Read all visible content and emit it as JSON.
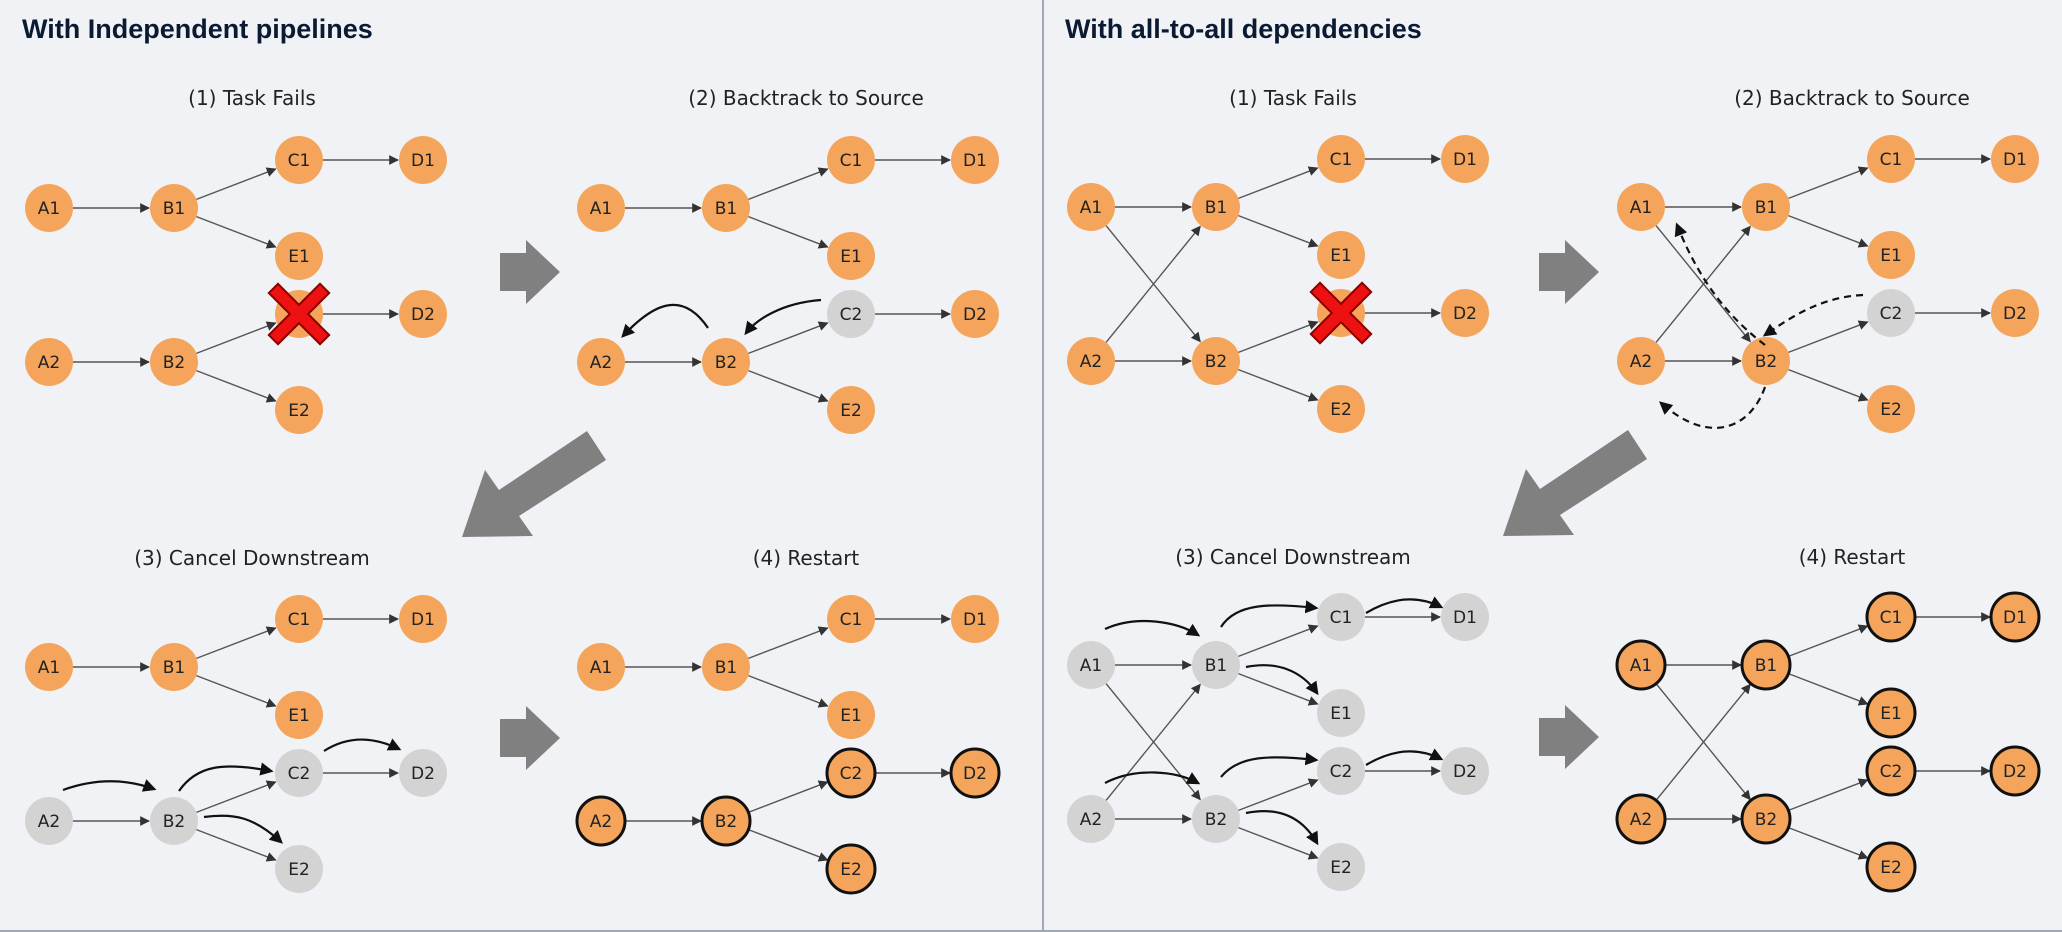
{
  "colors": {
    "background": "#f0f2f5",
    "active_node": "#f4a55b",
    "cancelled_node": "#d3d3d3",
    "failure_cross": "#ee1111",
    "big_arrow": "#808080",
    "divider": "#a0a8b4",
    "edge": "#555555"
  },
  "panels": [
    {
      "id": "independent",
      "title": "With Independent pipelines",
      "steps": [
        {
          "label": "(1) Task Fails"
        },
        {
          "label": "(2) Backtrack to Source"
        },
        {
          "label": "(3) Cancel Downstream"
        },
        {
          "label": "(4) Restart"
        }
      ]
    },
    {
      "id": "all-to-all",
      "title": "With all-to-all dependencies",
      "steps": [
        {
          "label": "(1) Task Fails"
        },
        {
          "label": "(2) Backtrack to Source"
        },
        {
          "label": "(3) Cancel Downstream"
        },
        {
          "label": "(4) Restart"
        }
      ]
    }
  ],
  "node_labels": [
    "A1",
    "B1",
    "C1",
    "D1",
    "E1",
    "A2",
    "B2",
    "C2",
    "D2",
    "E2"
  ]
}
